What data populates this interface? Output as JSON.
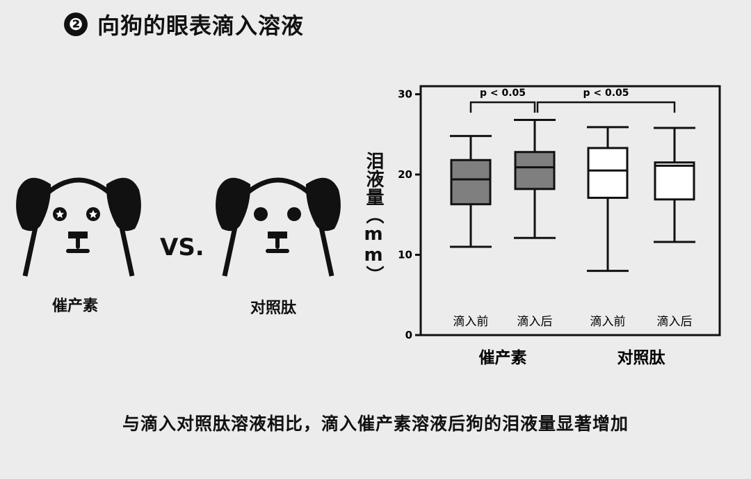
{
  "title": {
    "number": "❷",
    "text": "向狗的眼表滴入溶液"
  },
  "dogs": [
    {
      "label": "催产素",
      "eyes": "star-eyes"
    },
    {
      "label": "对照肽",
      "eyes": "dot-eyes"
    }
  ],
  "vs_text": "VS.",
  "caption": "与滴入对照肽溶液相比，滴入催产素溶液后狗的泪液量显著增加",
  "chart_data": {
    "type": "boxplot",
    "ylabel": "泪液量（mm）",
    "ylim": [
      0,
      31
    ],
    "yticks": [
      0,
      10,
      20,
      30
    ],
    "grid": false,
    "groups": [
      "催产素",
      "对照肽"
    ],
    "boxes": [
      {
        "group": "催产素",
        "label": "滴入前",
        "min": 11.0,
        "q1": 16.3,
        "median": 19.4,
        "q3": 21.8,
        "max": 24.8,
        "fill": "#7f7f7f"
      },
      {
        "group": "催产素",
        "label": "滴入后",
        "min": 12.1,
        "q1": 18.2,
        "median": 20.9,
        "q3": 22.8,
        "max": 26.8,
        "fill": "#7f7f7f"
      },
      {
        "group": "对照肽",
        "label": "滴入前",
        "min": 8.0,
        "q1": 17.1,
        "median": 20.5,
        "q3": 23.3,
        "max": 25.9,
        "fill": "#ffffff"
      },
      {
        "group": "对照肽",
        "label": "滴入后",
        "min": 11.6,
        "q1": 16.9,
        "median": 21.1,
        "q3": 21.5,
        "max": 25.8,
        "fill": "#ffffff"
      }
    ],
    "significance": [
      {
        "from": 0,
        "to": 1,
        "text": "p < 0.05"
      },
      {
        "from": 1,
        "to": 3,
        "text": "p < 0.05"
      }
    ]
  }
}
